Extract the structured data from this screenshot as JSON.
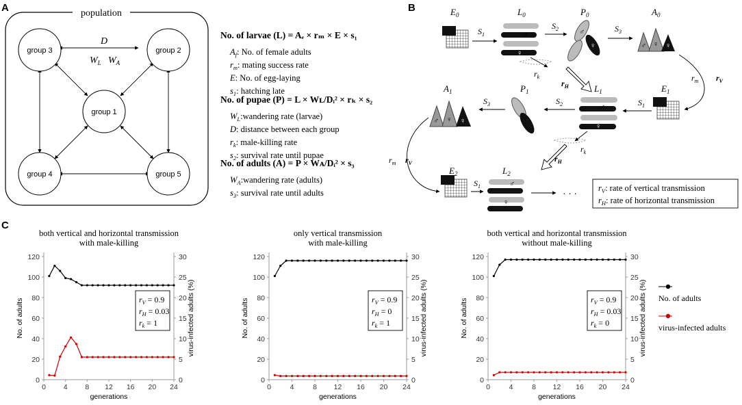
{
  "panel_a": {
    "letter": "A",
    "population_label": "population",
    "groups": [
      "group 3",
      "group 2",
      "group 1",
      "group 4",
      "group 5"
    ],
    "distance_label": "D",
    "wander_larvae_label": "W",
    "wander_larvae_sub": "L",
    "wander_adults_label": "W",
    "wander_adults_sub": "A",
    "formulas": [
      "No. of larvae (L) = Aₑ × rₘ × E × s₁",
      "No. of pupae (P) = L × Wʟ/Dᵢ² × rₖ × s₂",
      "No. of adults (A) = P × Wᴀ/Dᵢ² × s₃"
    ],
    "larvae_defs": [
      {
        "sym": "A",
        "sub": "f",
        "text": ": No. of female adults"
      },
      {
        "sym": "r",
        "sub": "m",
        "text": ": mating success rate"
      },
      {
        "sym": "E",
        "sub": "",
        "text": ": No. of egg-laying"
      },
      {
        "sym": "s",
        "sub": "1",
        "text": ": hatching late"
      }
    ],
    "pupae_defs": [
      {
        "sym": "W",
        "sub": "L",
        "text": ":wandering rate (larvae)"
      },
      {
        "sym": "D",
        "sub": "",
        "text": ": distance between each group"
      },
      {
        "sym": "r",
        "sub": "k",
        "text": ": male-killing rate"
      },
      {
        "sym": "s",
        "sub": "2",
        "text": ": survival rate until pupae"
      }
    ],
    "adult_defs": [
      {
        "sym": "W",
        "sub": "A",
        "text": ":wandering rate (adults)"
      },
      {
        "sym": "s",
        "sub": "3",
        "text": ": survival rate until adults"
      }
    ]
  },
  "panel_b": {
    "letter": "B",
    "stage_labels": {
      "E0": [
        "E",
        "0"
      ],
      "L0": [
        "L",
        "0"
      ],
      "P0": [
        "P",
        "0"
      ],
      "A0": [
        "A",
        "0"
      ],
      "A1": [
        "A",
        "1"
      ],
      "P1": [
        "P",
        "1"
      ],
      "L1": [
        "L",
        "1"
      ],
      "E1": [
        "E",
        "1"
      ],
      "E2": [
        "E",
        "2"
      ],
      "L2": [
        "L",
        "2"
      ]
    },
    "arrow_labels": {
      "S1": [
        "S",
        "1"
      ],
      "S2": [
        "S",
        "2"
      ],
      "S3": [
        "S",
        "3"
      ],
      "rk": [
        "r",
        "k"
      ],
      "rm": [
        "r",
        "m"
      ],
      "rV": [
        "r",
        "V"
      ],
      "rH": [
        "r",
        "H"
      ]
    },
    "male_symbol": "♂",
    "female_symbol": "♀",
    "ellipsis": "·  ·  ·",
    "legend": [
      {
        "sym": "r",
        "sub": "V",
        "text": ":  rate of vertical transmission"
      },
      {
        "sym": "r",
        "sub": "H",
        "text": ":  rate of horizontal transmission"
      }
    ]
  },
  "panel_c": {
    "letter": "C",
    "legend": [
      {
        "label": "No. of adults",
        "color": "#000000"
      },
      {
        "label": "virus-infected adults",
        "color": "#cc0000"
      }
    ]
  },
  "chart_data": [
    {
      "type": "line",
      "title": "both vertical and horizontal transmission with male-killing",
      "title_lines": [
        "both vertical and horizontal transmission",
        "with male-killing"
      ],
      "xlabel": "generations",
      "ylabel": "No. of adults",
      "y2label": "virus-infected adults (%)",
      "xlim": [
        0,
        24
      ],
      "ylim": [
        0,
        120
      ],
      "y2lim": [
        0,
        30
      ],
      "xticks": [
        0,
        4,
        8,
        12,
        16,
        20,
        24
      ],
      "yticks": [
        0,
        20,
        40,
        60,
        80,
        100,
        120
      ],
      "y2ticks": [
        0,
        5,
        10,
        15,
        20,
        25,
        30
      ],
      "series": [
        {
          "name": "No. of adults",
          "axis": "left",
          "color": "#000000",
          "x": [
            1,
            2,
            3,
            4,
            5,
            6,
            7,
            8,
            9,
            10,
            11,
            12,
            13,
            14,
            15,
            16,
            17,
            18,
            19,
            20,
            21,
            22,
            23,
            24
          ],
          "y": [
            101,
            111,
            106,
            99,
            98,
            95,
            92,
            92,
            92,
            92,
            92,
            92,
            92,
            92,
            92,
            92,
            92,
            92,
            92,
            92,
            92,
            92,
            92,
            92
          ]
        },
        {
          "name": "virus-infected adults",
          "axis": "right",
          "color": "#cc0000",
          "x": [
            1,
            2,
            3,
            4,
            5,
            6,
            7,
            8,
            9,
            10,
            11,
            12,
            13,
            14,
            15,
            16,
            17,
            18,
            19,
            20,
            21,
            22,
            23,
            24
          ],
          "y": [
            1.1,
            1.0,
            5.6,
            8.1,
            10.3,
            8.7,
            5.5,
            5.5,
            5.5,
            5.5,
            5.5,
            5.5,
            5.5,
            5.5,
            5.5,
            5.5,
            5.5,
            5.5,
            5.5,
            5.5,
            5.5,
            5.5,
            5.5,
            5.5
          ]
        }
      ],
      "params": [
        {
          "sym": "r",
          "sub": "V",
          "value": " = 0.9"
        },
        {
          "sym": "r",
          "sub": "H",
          "value": " = 0.03"
        },
        {
          "sym": "r",
          "sub": "k",
          "value": " = 1"
        }
      ]
    },
    {
      "type": "line",
      "title": "only vertical transmission with male-killing",
      "title_lines": [
        "only vertical transmission",
        "with male-killing"
      ],
      "xlabel": "generations",
      "ylabel": "No. of adults",
      "y2label": "virus-infected adults (%)",
      "xlim": [
        0,
        24
      ],
      "ylim": [
        0,
        120
      ],
      "y2lim": [
        0,
        30
      ],
      "xticks": [
        0,
        4,
        8,
        12,
        16,
        20,
        24
      ],
      "yticks": [
        0,
        20,
        40,
        60,
        80,
        100,
        120
      ],
      "y2ticks": [
        0,
        5,
        10,
        15,
        20,
        25,
        30
      ],
      "series": [
        {
          "name": "No. of adults",
          "axis": "left",
          "color": "#000000",
          "x": [
            1,
            2,
            3,
            4,
            5,
            6,
            7,
            8,
            9,
            10,
            11,
            12,
            13,
            14,
            15,
            16,
            17,
            18,
            19,
            20,
            21,
            22,
            23,
            24
          ],
          "y": [
            101,
            111,
            116,
            116,
            116,
            116,
            116,
            116,
            116,
            116,
            116,
            116,
            116,
            116,
            116,
            116,
            116,
            116,
            116,
            116,
            116,
            116,
            116,
            116
          ]
        },
        {
          "name": "virus-infected adults",
          "axis": "right",
          "color": "#cc0000",
          "x": [
            1,
            2,
            3,
            4,
            5,
            6,
            7,
            8,
            9,
            10,
            11,
            12,
            13,
            14,
            15,
            16,
            17,
            18,
            19,
            20,
            21,
            22,
            23,
            24
          ],
          "y": [
            1.1,
            0.9,
            0.9,
            0.9,
            0.9,
            0.9,
            0.9,
            0.9,
            0.9,
            0.9,
            0.9,
            0.9,
            0.9,
            0.9,
            0.9,
            0.9,
            0.9,
            0.9,
            0.9,
            0.9,
            0.9,
            0.9,
            0.9,
            0.9
          ]
        }
      ],
      "params": [
        {
          "sym": "r",
          "sub": "V",
          "value": " = 0.9"
        },
        {
          "sym": "r",
          "sub": "H",
          "value": " = 0"
        },
        {
          "sym": "r",
          "sub": "k",
          "value": " = 1"
        }
      ]
    },
    {
      "type": "line",
      "title": "both vertical and horizontal transmission without male-killing",
      "title_lines": [
        "both vertical and horizontal transmission",
        "without male-killing"
      ],
      "xlabel": "generations",
      "ylabel": "No. of adults",
      "y2label": "virus-infected adults (%)",
      "xlim": [
        0,
        24
      ],
      "ylim": [
        0,
        120
      ],
      "y2lim": [
        0,
        30
      ],
      "xticks": [
        0,
        4,
        8,
        12,
        16,
        20,
        24
      ],
      "yticks": [
        0,
        20,
        40,
        60,
        80,
        100,
        120
      ],
      "y2ticks": [
        0,
        5,
        10,
        15,
        20,
        25,
        30
      ],
      "series": [
        {
          "name": "No. of adults",
          "axis": "left",
          "color": "#000000",
          "x": [
            1,
            2,
            3,
            4,
            5,
            6,
            7,
            8,
            9,
            10,
            11,
            12,
            13,
            14,
            15,
            16,
            17,
            18,
            19,
            20,
            21,
            22,
            23,
            24
          ],
          "y": [
            101,
            112,
            117,
            117,
            117,
            117,
            117,
            117,
            117,
            117,
            117,
            117,
            117,
            117,
            117,
            117,
            117,
            117,
            117,
            117,
            117,
            117,
            117,
            117
          ]
        },
        {
          "name": "virus-infected adults",
          "axis": "right",
          "color": "#cc0000",
          "x": [
            1,
            2,
            3,
            4,
            5,
            6,
            7,
            8,
            9,
            10,
            11,
            12,
            13,
            14,
            15,
            16,
            17,
            18,
            19,
            20,
            21,
            22,
            23,
            24
          ],
          "y": [
            1.1,
            1.8,
            1.8,
            1.8,
            1.8,
            1.8,
            1.8,
            1.8,
            1.8,
            1.8,
            1.8,
            1.8,
            1.8,
            1.8,
            1.8,
            1.8,
            1.8,
            1.8,
            1.8,
            1.8,
            1.8,
            1.8,
            1.8,
            1.8
          ]
        }
      ],
      "params": [
        {
          "sym": "r",
          "sub": "V",
          "value": " = 0.9"
        },
        {
          "sym": "r",
          "sub": "H",
          "value": " = 0.03"
        },
        {
          "sym": "r",
          "sub": "k",
          "value": " = 0"
        }
      ]
    }
  ]
}
